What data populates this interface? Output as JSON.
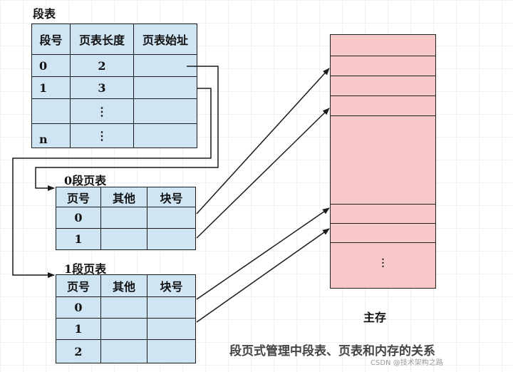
{
  "segment_table": {
    "title": "段表",
    "headers": [
      "段号",
      "页表长度",
      "页表始址"
    ],
    "rows": [
      {
        "seg": "0",
        "len": "2",
        "addr": ""
      },
      {
        "seg": "1",
        "len": "3",
        "addr": ""
      },
      {
        "seg": "",
        "len": "⋮",
        "addr": ""
      },
      {
        "seg": "n",
        "len": "⋮",
        "addr": ""
      }
    ]
  },
  "page_table_0": {
    "title": "0段页表",
    "headers": [
      "页号",
      "其他",
      "块号"
    ],
    "rows": [
      {
        "page": "0",
        "other": "",
        "block": ""
      },
      {
        "page": "1",
        "other": "",
        "block": ""
      }
    ]
  },
  "page_table_1": {
    "title": "1段页表",
    "headers": [
      "页号",
      "其他",
      "块号"
    ],
    "rows": [
      {
        "page": "0",
        "other": "",
        "block": ""
      },
      {
        "page": "1",
        "other": "",
        "block": ""
      },
      {
        "page": "2",
        "other": "",
        "block": ""
      }
    ]
  },
  "memory": {
    "label": "主存",
    "ellipsis": "⋮"
  },
  "caption": "段页式管理中段表、页表和内存的关系",
  "watermark": "CSDN @技术架构之路",
  "colors": {
    "table_fill": "#cfe5f3",
    "memory_fill": "#f8c8c8",
    "line": "#1a1a1a"
  }
}
